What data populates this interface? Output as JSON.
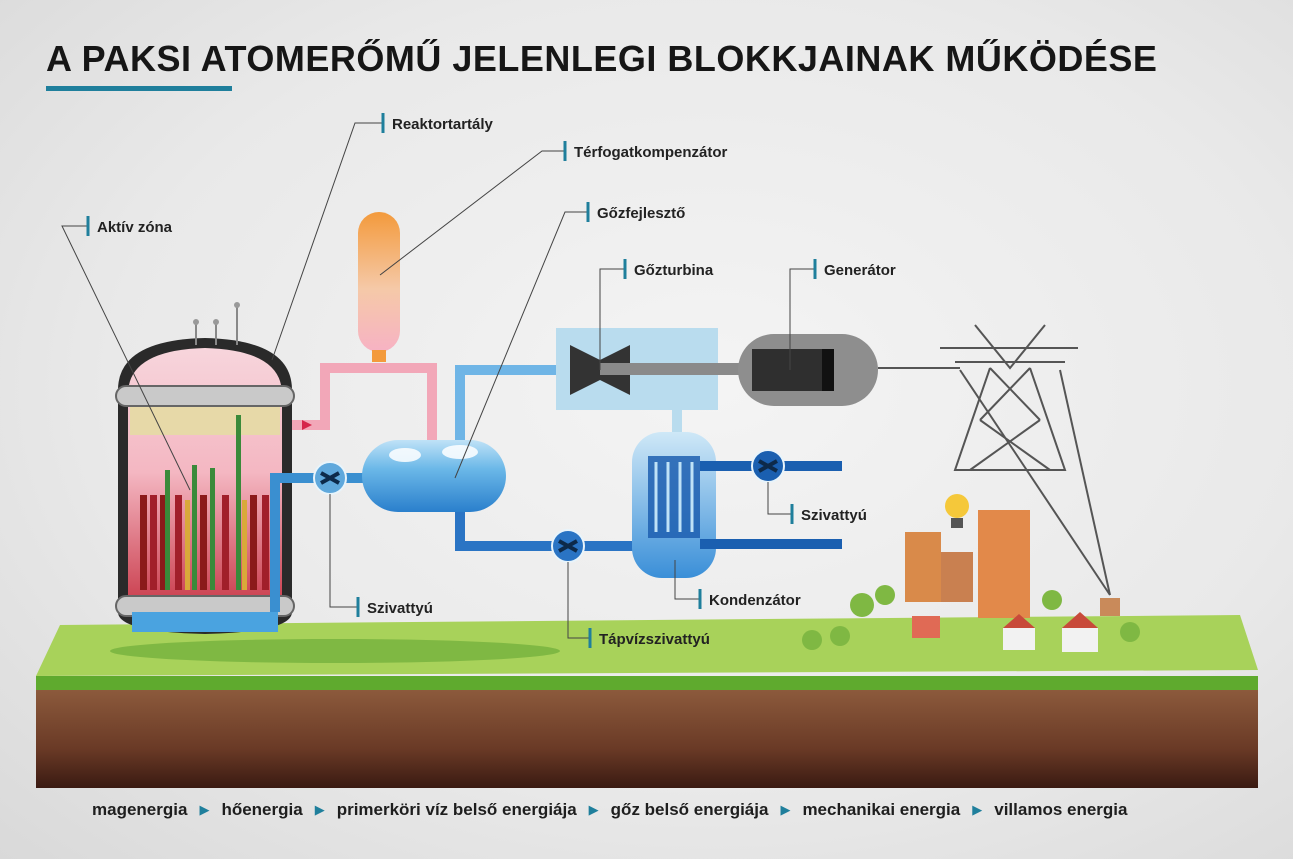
{
  "title": "A PAKSI ATOMERŐMŰ JELENLEGI BLOKKJAINAK MŰKÖDÉSE",
  "labels": {
    "reaktortartaly": "Reaktortartály",
    "terfogatkompenzator": "Térfogatkompenzátor",
    "aktiv_zona": "Aktív zóna",
    "gozfejleszto": "Gőzfejlesztő",
    "gozturbina": "Gőzturbina",
    "generator": "Generátor",
    "szivattyu_primer": "Szivattyú",
    "szivattyu_huto": "Szivattyú",
    "kondenzator": "Kondenzátor",
    "tapvizszivattyu": "Tápvízszivattyú"
  },
  "energy_chain": [
    "magenergia",
    "hőenergia",
    "primerköri víz belső energiája",
    "gőz belső energiája",
    "mechanikai energia",
    "villamos energia"
  ],
  "colors": {
    "accent": "#1f7f9c",
    "primary_loop": "#f2a7b8",
    "secondary_loop": "#3a8fd0",
    "cooling_loop": "#1a5fb0",
    "ground_grass": "#8cc63f",
    "ground_soil": "#7a4a32"
  },
  "icons": {
    "pump": "pump-icon",
    "flow_arrow": "triangle-right"
  }
}
